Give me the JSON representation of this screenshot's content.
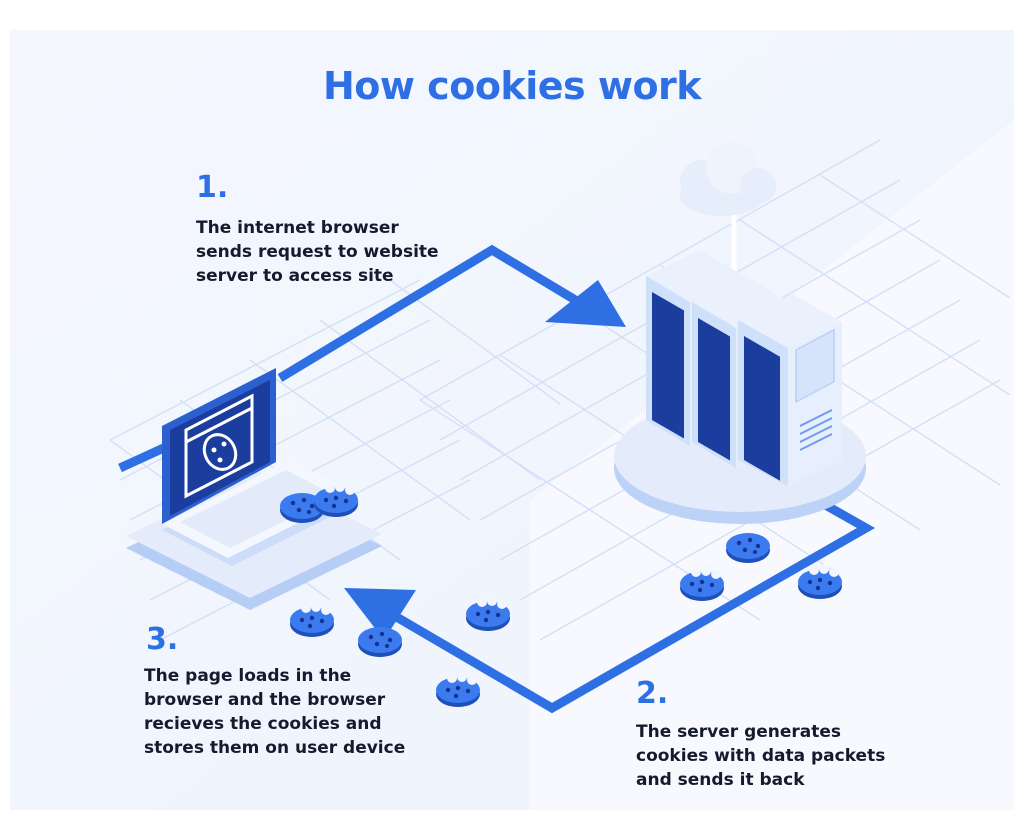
{
  "title": "How cookies work",
  "steps": [
    {
      "number": "1.",
      "lines": [
        "The internet browser",
        "sends request to website",
        "server to access site"
      ]
    },
    {
      "number": "2.",
      "lines": [
        "The server generates",
        "cookies with data packets",
        "and sends it back"
      ]
    },
    {
      "number": "3.",
      "lines": [
        "The page loads in the",
        "browser and the browser",
        "recieves the cookies and",
        "stores them on user device"
      ]
    }
  ],
  "colors": {
    "accent": "#2f6fe4",
    "text": "#161a2e",
    "background": "#f1f5fd",
    "grid": "#d3e0f7"
  },
  "icons": [
    "cloud-icon",
    "server-rack-icon",
    "laptop-icon",
    "cookie-icon",
    "browser-window-icon",
    "arrow-icon"
  ]
}
